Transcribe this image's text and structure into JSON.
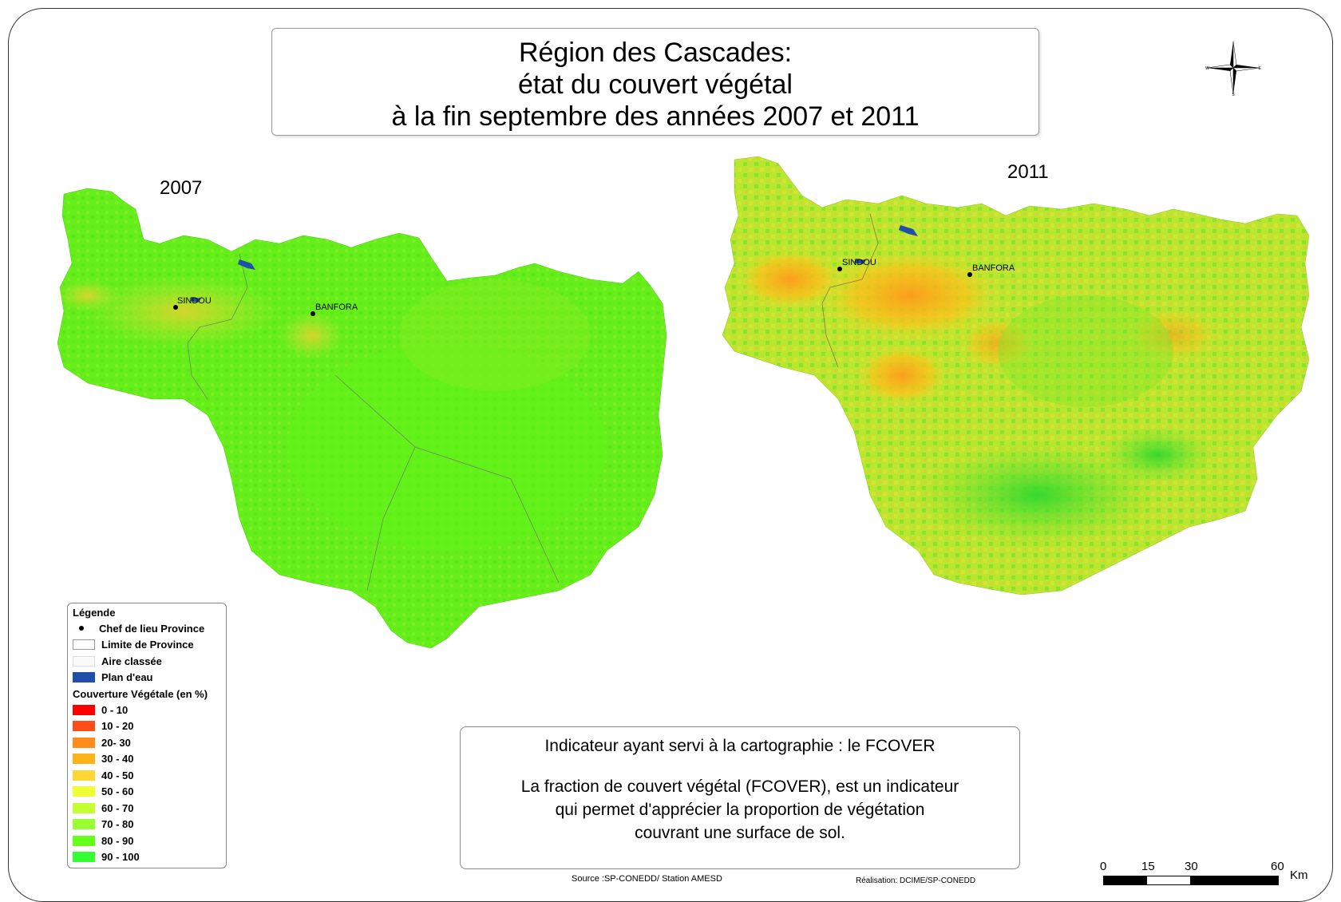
{
  "title": {
    "line1": "Région des Cascades:",
    "line2": "état du couvert végétal",
    "line3": "à la fin septembre des années  2007 et 2011"
  },
  "maps": {
    "left_year": "2007",
    "right_year": "2011",
    "cities": {
      "sindou": "SINDOU",
      "banfora": "BANFORA"
    }
  },
  "compass": {
    "n": "N",
    "s": "S",
    "e": "E",
    "w": "W"
  },
  "legend": {
    "title": "Légende",
    "chef_lieu": "Chef de lieu Province",
    "limite": "Limite de Province",
    "aire": "Aire classée",
    "plan_eau": "Plan d'eau",
    "couverture_title": "Couverture Végétale (en %)",
    "classes": [
      {
        "label": "0 - 10",
        "color": "#ff0000"
      },
      {
        "label": "10 - 20",
        "color": "#ff4d1a"
      },
      {
        "label": "20- 30",
        "color": "#ff8c1a"
      },
      {
        "label": "30 - 40",
        "color": "#ffb31a"
      },
      {
        "label": "40 - 50",
        "color": "#ffd633"
      },
      {
        "label": "50 - 60",
        "color": "#eeff33"
      },
      {
        "label": "60 - 70",
        "color": "#c4ff33"
      },
      {
        "label": "70 - 80",
        "color": "#99ff33"
      },
      {
        "label": "80 - 90",
        "color": "#66ff1a"
      },
      {
        "label": "90 - 100",
        "color": "#33ff33"
      }
    ],
    "water_color": "#1f4fa8"
  },
  "info": {
    "title": "Indicateur ayant servi à la cartographie : le FCOVER",
    "line1": "La fraction de couvert végétal (FCOVER), est un indicateur",
    "line2": "qui permet d'apprécier la proportion de végétation",
    "line3": "couvrant une surface de sol."
  },
  "footer": {
    "source": "Source :SP-CONEDD/ Station AMESD",
    "realisation": "Réalisation: DCIME/SP-CONEDD"
  },
  "scale": {
    "ticks": [
      "0",
      "15",
      "30",
      "60"
    ],
    "unit": "Km"
  }
}
